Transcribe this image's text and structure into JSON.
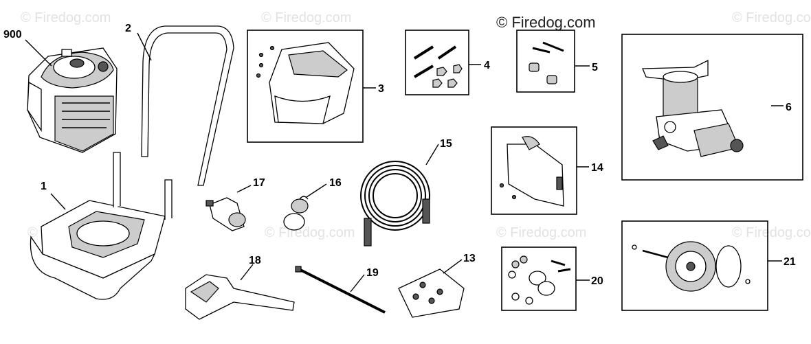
{
  "watermark": {
    "main": "© Firedog.com",
    "faint": "© Firedog.com"
  },
  "callouts": {
    "c900": "900",
    "c2": "2",
    "c3": "3",
    "c4": "4",
    "c5": "5",
    "c6": "6",
    "c1": "1",
    "c17": "17",
    "c16": "16",
    "c15": "15",
    "c14": "14",
    "c18": "18",
    "c19": "19",
    "c13": "13",
    "c20": "20",
    "c21": "21"
  }
}
